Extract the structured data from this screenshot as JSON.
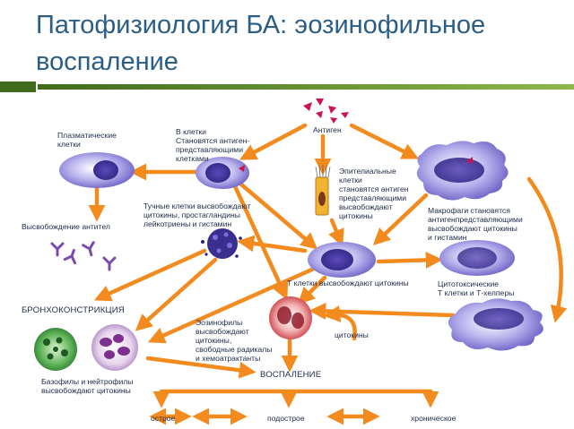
{
  "slide": {
    "title": "Патофизиология БА: эозинофильное воспаление"
  },
  "labels": {
    "antigen": "Антиген",
    "plasma_cells": "Плазматические\nклетки",
    "b_cells": "В клетки\nСтановятся антиген-\nпредставляющими\nклетками",
    "epithelial": "Эпителиальные\nклетки\nстановятся антиген\nпредставляющими\nвысвобождают\nцитокины",
    "antibody_release": "Высвобождение антител",
    "mast_cells": "Тучные клетки высвобождают\nцитокины, простагландины\nлейкотриены и гистамин",
    "macrophages": "Макрофаги становятся\nантигенпредставляющими\nвысвобождают цитокины\nи гистамин",
    "t_cells": "Т клетки высвобождают цитокины",
    "cytotoxic": "Цитотоксические\nТ клетки и Т-хелперы",
    "bronchoconstriction": "БРОНХОКОНСТРИКЦИЯ",
    "eosinophils": "Эозинофилы\nвысвобождают\nцитокины,\nсвободные радикалы\nи хемоатрактанты",
    "cytokines": "цитокины",
    "basophils": "Базофилы и нейтрофилы\nвысвобождают цитокины",
    "inflammation": "ВОСПАЛЕНИЕ",
    "acute": "острое",
    "subacute": "подострое",
    "chronic": "хроническое"
  },
  "colors": {
    "title": "#2b5e86",
    "rule": "#6e9d2f",
    "arrow": "#f28a1d",
    "antigen": "#c8174f",
    "cell_purple": "#8a7fd6",
    "text": "#1d2a4a"
  }
}
